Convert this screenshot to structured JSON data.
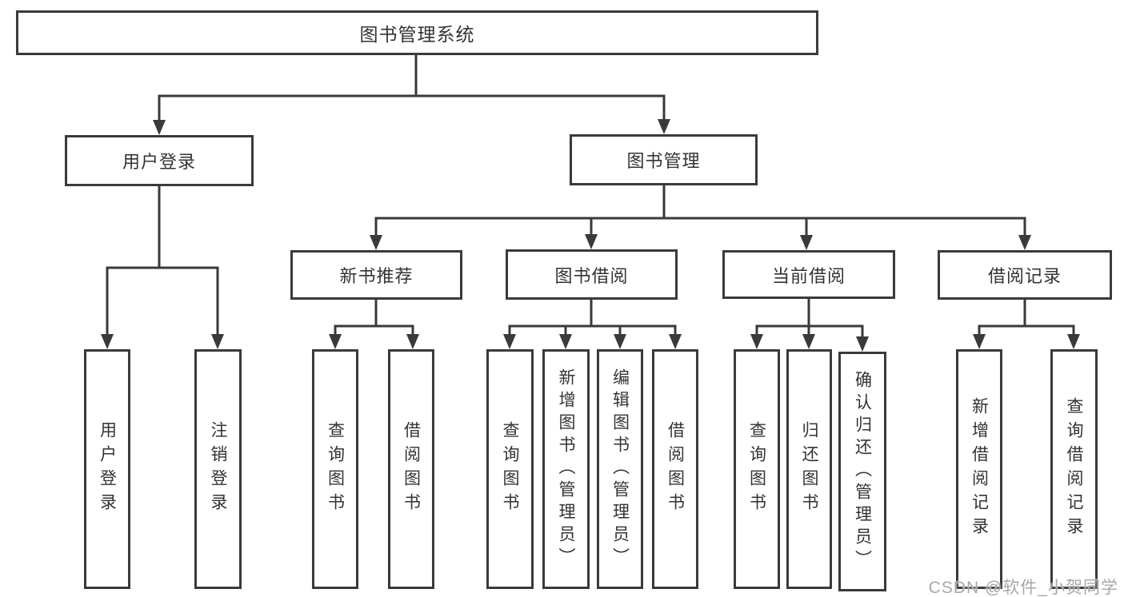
{
  "tree": {
    "label": "图书管理系统",
    "children": [
      {
        "label": "用户登录",
        "children": [
          {
            "label": "用户登录"
          },
          {
            "label": "注销登录"
          }
        ]
      },
      {
        "label": "图书管理",
        "children": [
          {
            "label": "新书推荐",
            "children": [
              {
                "label": "查询图书"
              },
              {
                "label": "借阅图书"
              }
            ]
          },
          {
            "label": "图书借阅",
            "children": [
              {
                "label": "查询图书"
              },
              {
                "label": "新增图书（管理员）"
              },
              {
                "label": "编辑图书（管理员）"
              },
              {
                "label": "借阅图书"
              }
            ]
          },
          {
            "label": "当前借阅",
            "children": [
              {
                "label": "查询图书"
              },
              {
                "label": "归还图书"
              },
              {
                "label": "确认归还（管理员）"
              }
            ]
          },
          {
            "label": "借阅记录",
            "children": [
              {
                "label": "新增借阅记录"
              },
              {
                "label": "查询借阅记录"
              }
            ]
          }
        ]
      }
    ]
  },
  "watermark": {
    "text": "CSDN @软件_小贺同学"
  },
  "colors": {
    "line": "#3a3a3a",
    "box_border": "#3a3a3a",
    "text": "#333333",
    "watermark": "#a7a7ad",
    "background": "#ffffff"
  }
}
